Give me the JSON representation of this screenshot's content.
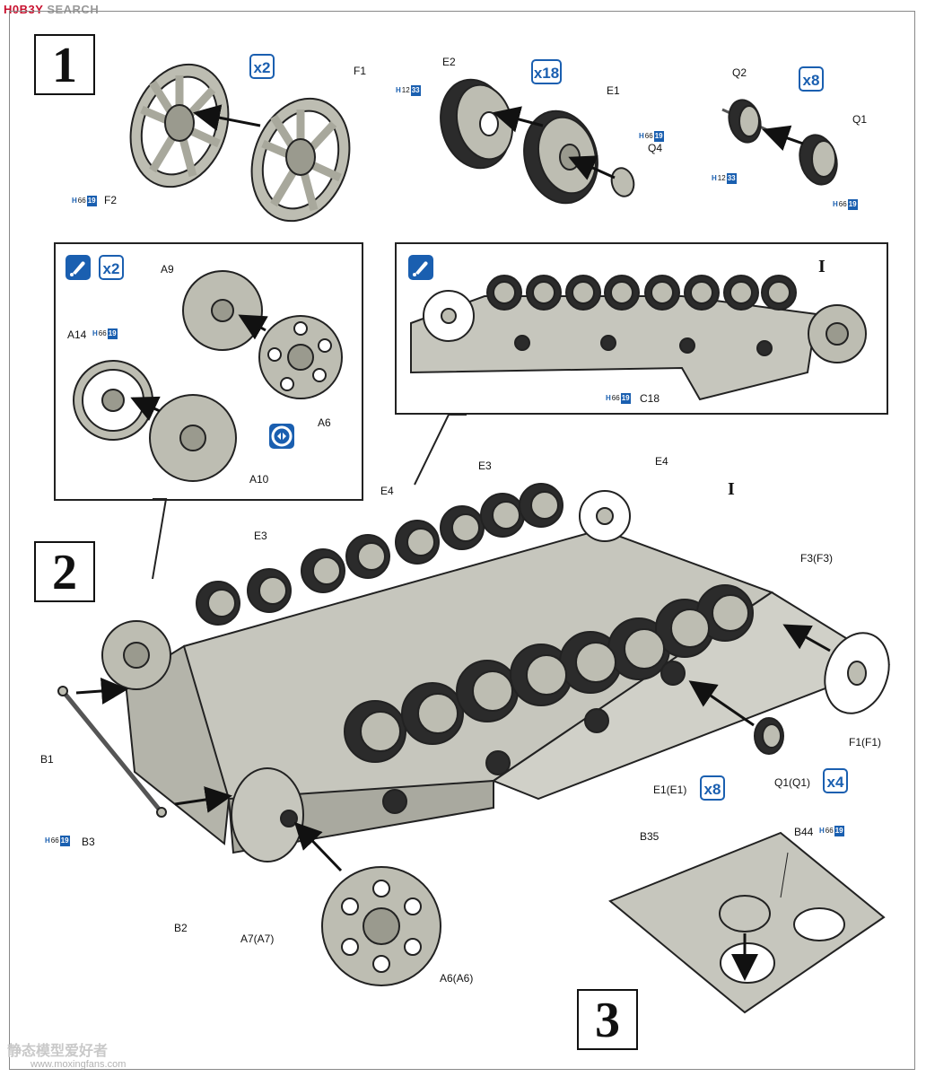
{
  "watermark_top": {
    "brand": "H0B3Y",
    "suffix": "SEARCH"
  },
  "watermark_bottom": {
    "cn": "静态模型爱好者",
    "url": "www.moxingfans.com"
  },
  "steps": {
    "s1": "1",
    "s2": "2",
    "s3": "3"
  },
  "quantities": {
    "f": "x2",
    "e": "x18",
    "q": "x8",
    "sprocket": "x2",
    "e_lower": "x8",
    "q_lower": "x4"
  },
  "paint_codes": {
    "f2": {
      "h": "H",
      "a": "66",
      "b": "19"
    },
    "e2": {
      "h": "H",
      "a": "12",
      "b": "33"
    },
    "q4": {
      "h": "H",
      "a": "66",
      "b": "19"
    },
    "q2": {
      "h": "H",
      "a": "12",
      "b": "33"
    },
    "q1": {
      "h": "H",
      "a": "66",
      "b": "19"
    },
    "a14": {
      "h": "H",
      "a": "66",
      "b": "19"
    },
    "c18": {
      "h": "H",
      "a": "66",
      "b": "19"
    },
    "b3": {
      "h": "H",
      "a": "66",
      "b": "19"
    },
    "b44": {
      "h": "H",
      "a": "66",
      "b": "19"
    }
  },
  "labels": {
    "F1": "F1",
    "F2": "F2",
    "E2": "E2",
    "E1": "E1",
    "Q4": "Q4",
    "Q2": "Q2",
    "Q1": "Q1",
    "A9": "A9",
    "A14": "A14",
    "A6": "A6",
    "A10": "A10",
    "I_inset": "I",
    "C18": "C18",
    "E3_left": "E3",
    "E3_top": "E3",
    "E4_left": "E4",
    "E4_right": "E4",
    "I_main": "I",
    "F3": "F3(F3)",
    "F1b": "F1(F1)",
    "B1": "B1",
    "B3": "B3",
    "B2": "B2",
    "A7": "A7(A7)",
    "A6b": "A6(A6)",
    "E1b": "E1(E1)",
    "Q1b": "Q1(Q1)",
    "B35": "B35",
    "B44": "B44"
  }
}
